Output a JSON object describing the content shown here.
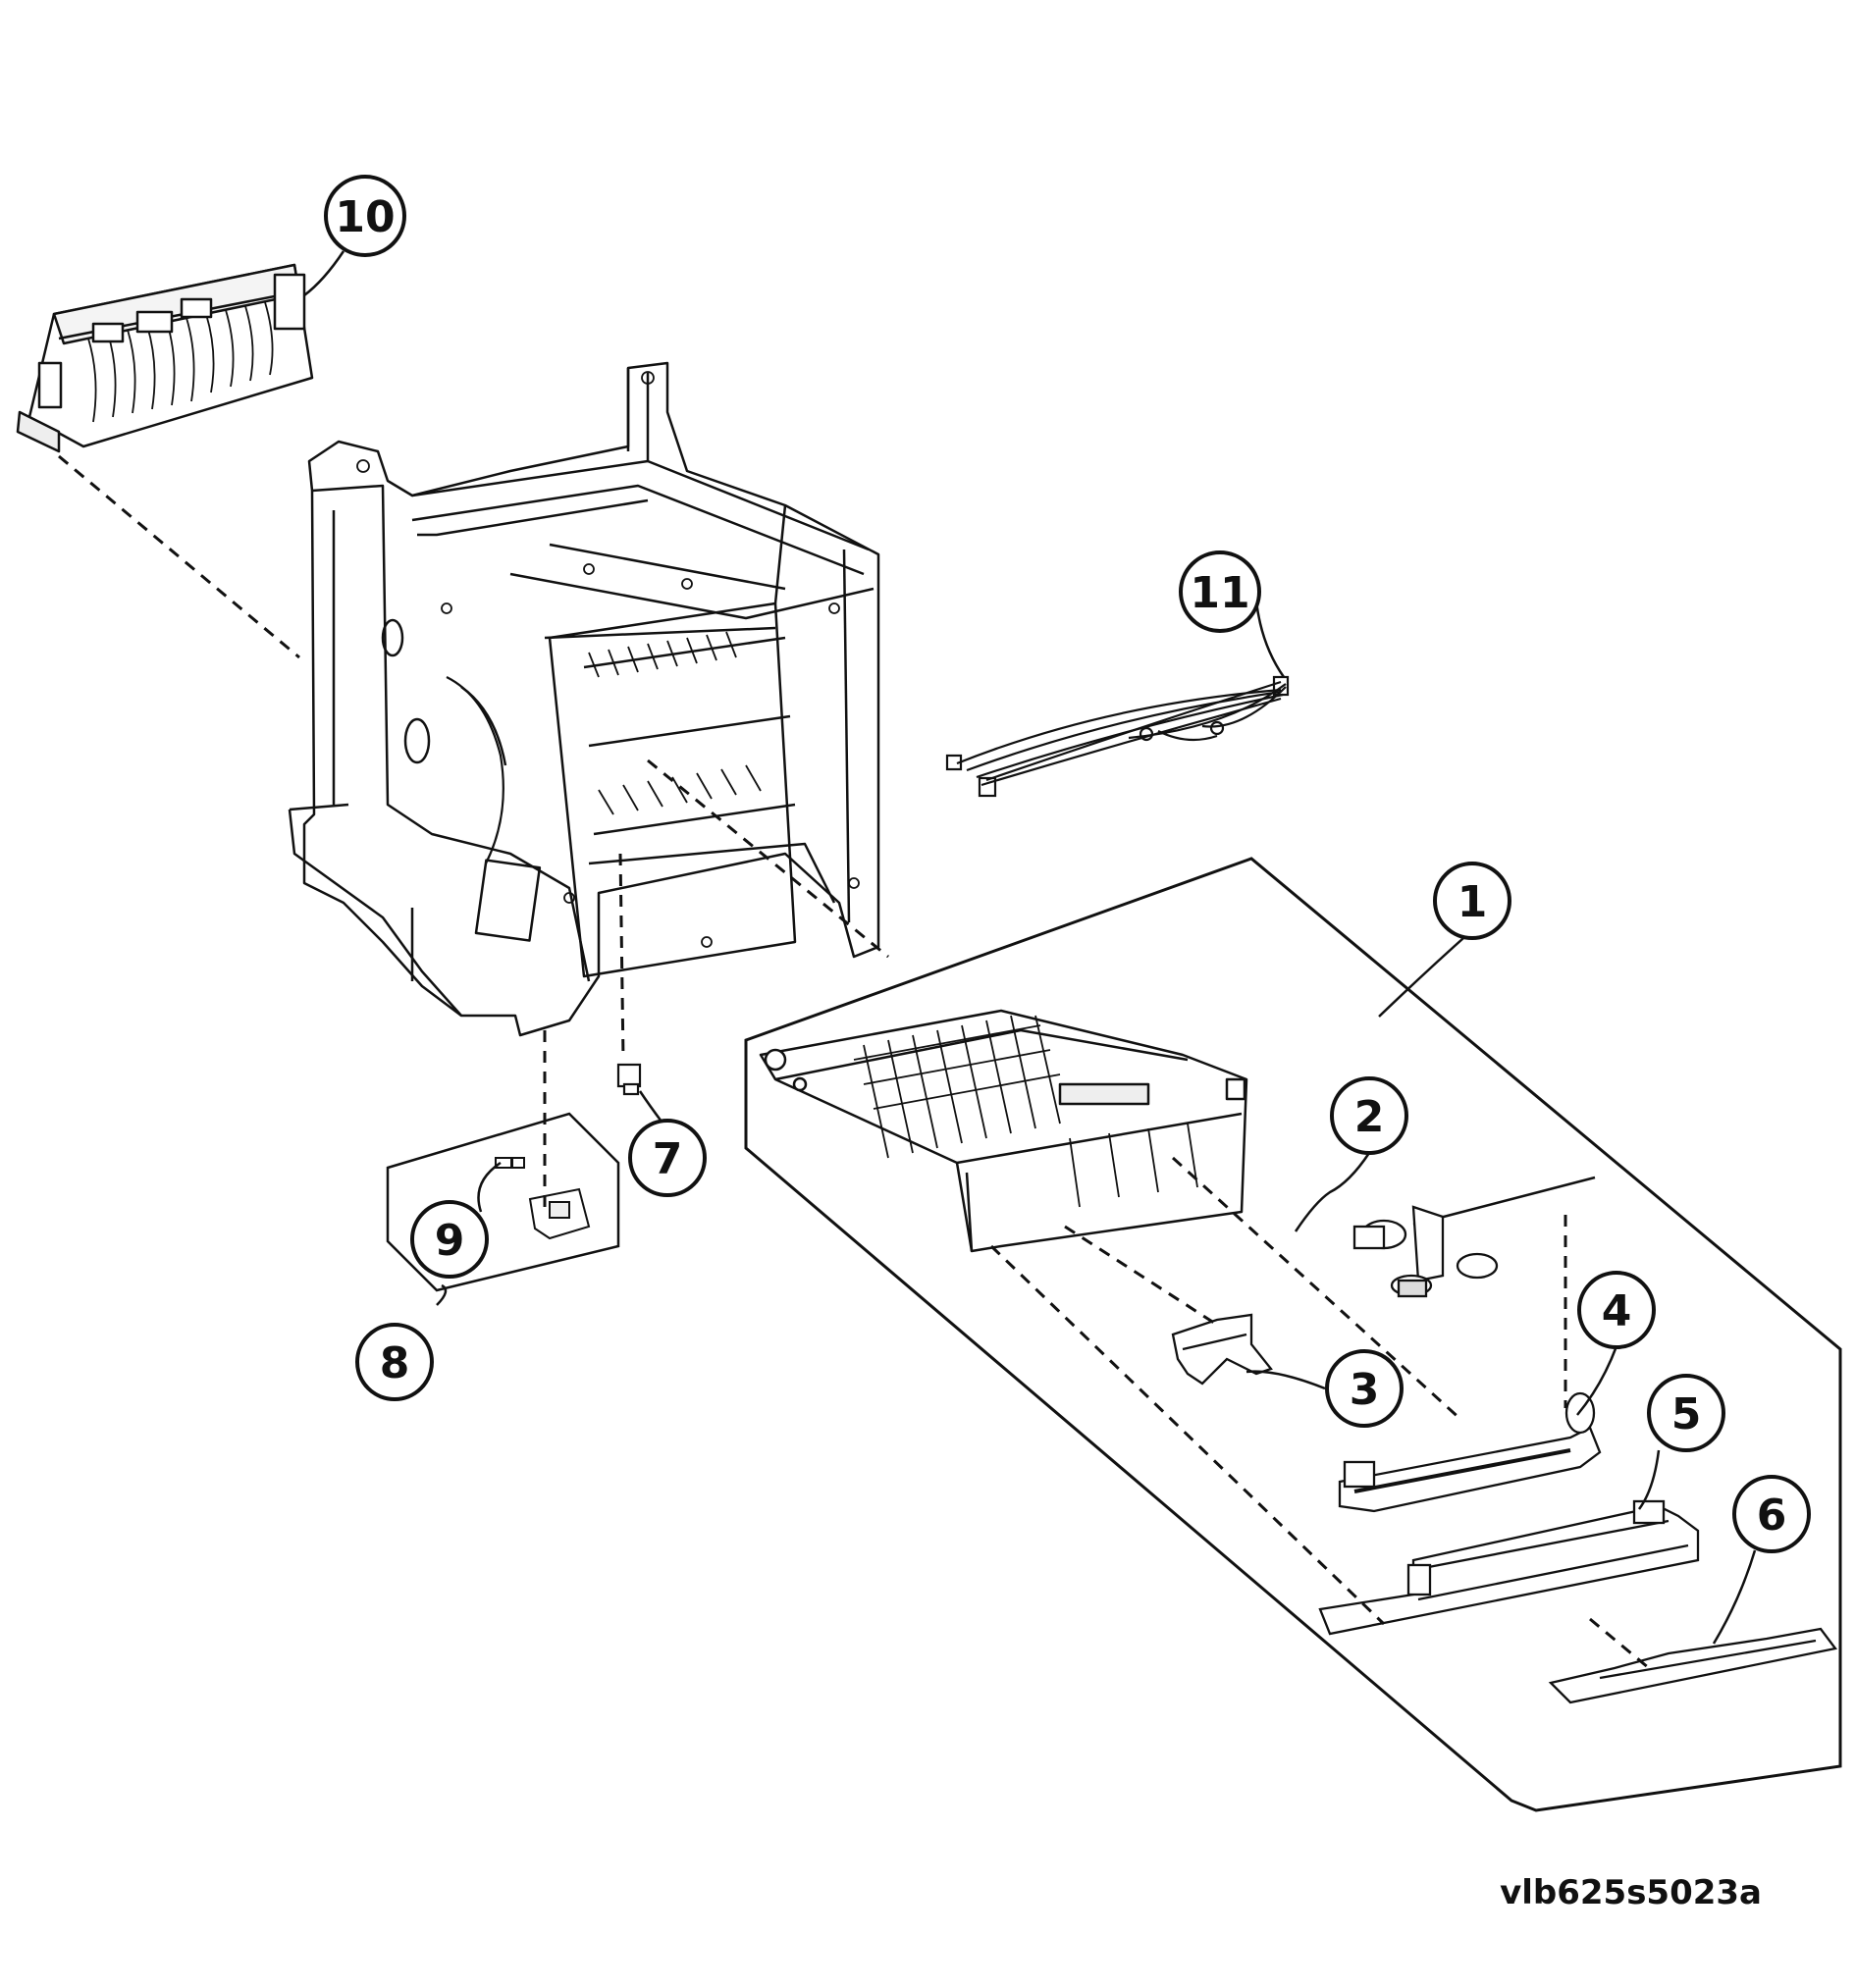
{
  "figure_id": "vlb625s5023a",
  "callouts": [
    {
      "label": "1"
    },
    {
      "label": "2"
    },
    {
      "label": "3"
    },
    {
      "label": "4"
    },
    {
      "label": "5"
    },
    {
      "label": "6"
    },
    {
      "label": "7"
    },
    {
      "label": "8"
    },
    {
      "label": "9"
    },
    {
      "label": "10"
    },
    {
      "label": "11"
    }
  ]
}
